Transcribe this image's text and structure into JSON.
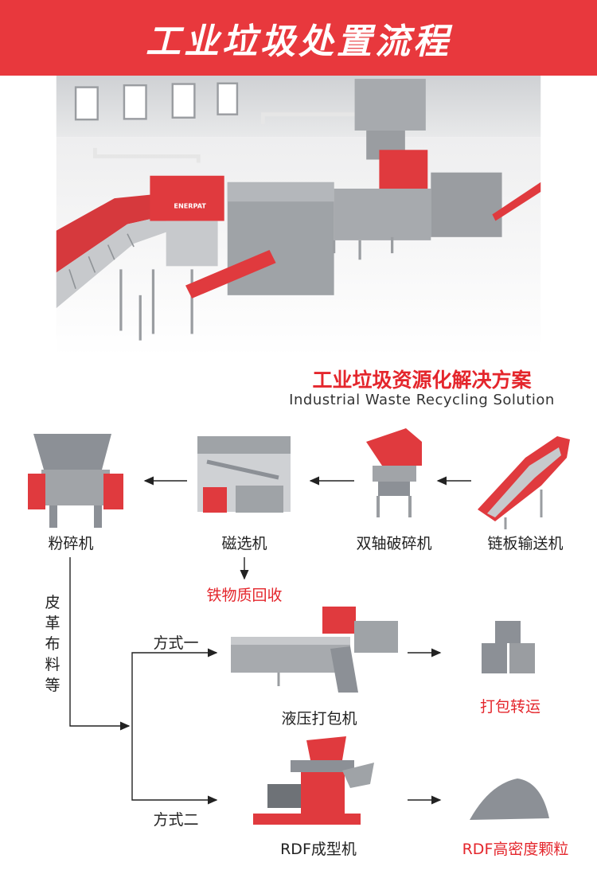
{
  "header": {
    "title": "工业垃圾处置流程"
  },
  "hero": {
    "title": "工业垃圾资源化解决方案",
    "subtitle": "Industrial Waste Recycling Solution",
    "brand": "ENERPAT"
  },
  "colors": {
    "accent": "#e8383d",
    "text_red": "#e4262c",
    "machine_gray": "#8c9096",
    "machine_red": "#e03a3e"
  },
  "flow": {
    "machines": {
      "pulverizer": "粉碎机",
      "magnetic": "磁选机",
      "double_shaft": "双轴破碎机",
      "chain_conveyor": "链板输送机",
      "baler": "液压打包机",
      "rdf_former": "RDF成型机"
    },
    "outputs": {
      "iron": "铁物质回收",
      "bale": "打包转运",
      "pellet": "RDF高密度颗粒"
    },
    "branch_label": "皮革布料等",
    "mode_one": "方式一",
    "mode_two": "方式二"
  }
}
